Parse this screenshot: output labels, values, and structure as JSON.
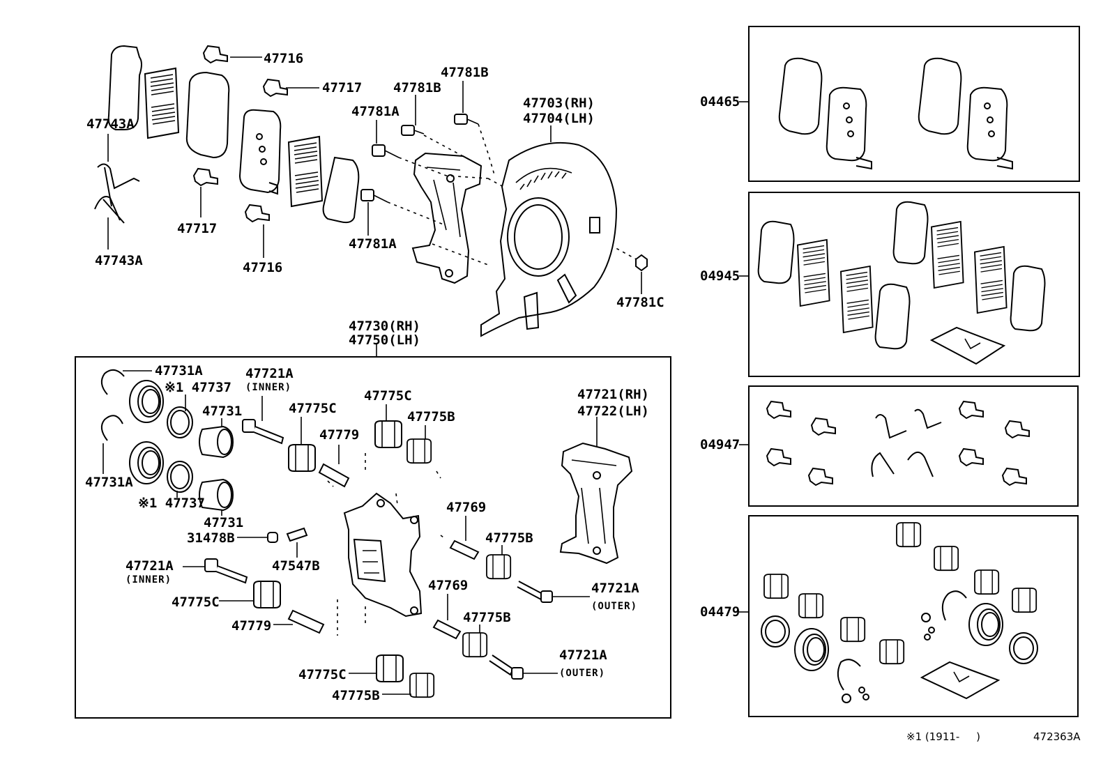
{
  "labels": {
    "p47716_top": "47716",
    "p47717_top": "47717",
    "p47743A_top": "47743A",
    "p47717_bot": "47717",
    "p47743A_bot": "47743A",
    "p47716_bot": "47716",
    "p47781B_a": "47781B",
    "p47781B_b": "47781B",
    "p47781A_top": "47781A",
    "p47781A_bot": "47781A",
    "p47703": "47703(RH)",
    "p47704": "47704(LH)",
    "p47781C": "47781C",
    "p47730": "47730(RH)",
    "p47750": "47750(LH)",
    "p47731A_top": "47731A",
    "p47737_top": "※1 47737",
    "p47731_top": "47731",
    "p47731A_bot": "47731A",
    "p47737_bot": "※1 47737",
    "p47731_bot": "47731",
    "p47721A_inner_top": "47721A",
    "inner_top": "(INNER)",
    "p47775C_a": "47775C",
    "p47775C_b": "47775C",
    "p47775B_a": "47775B",
    "p47779_top": "47779",
    "p47721_rh": "47721(RH)",
    "p47722_lh": "47722(LH)",
    "p47769_a": "47769",
    "p47775B_b": "47775B",
    "p31478B": "31478B",
    "p47547B": "47547B",
    "p47721A_inner_bot": "47721A",
    "inner_bot": "(INNER)",
    "p47775C_c": "47775C",
    "p47779_bot": "47779",
    "p47769_b": "47769",
    "p47775B_c": "47775B",
    "p47721A_outer_a": "47721A",
    "outer_a": "(OUTER)",
    "p47721A_outer_b": "47721A",
    "outer_b": "(OUTER)",
    "p47775C_d": "47775C",
    "p47775B_d": "47775B",
    "kit_04465": "04465",
    "kit_04945": "04945",
    "kit_04947": "04947",
    "kit_04479": "04479"
  },
  "footer": {
    "note": "※1 (1911-     )",
    "code": "472363A"
  }
}
